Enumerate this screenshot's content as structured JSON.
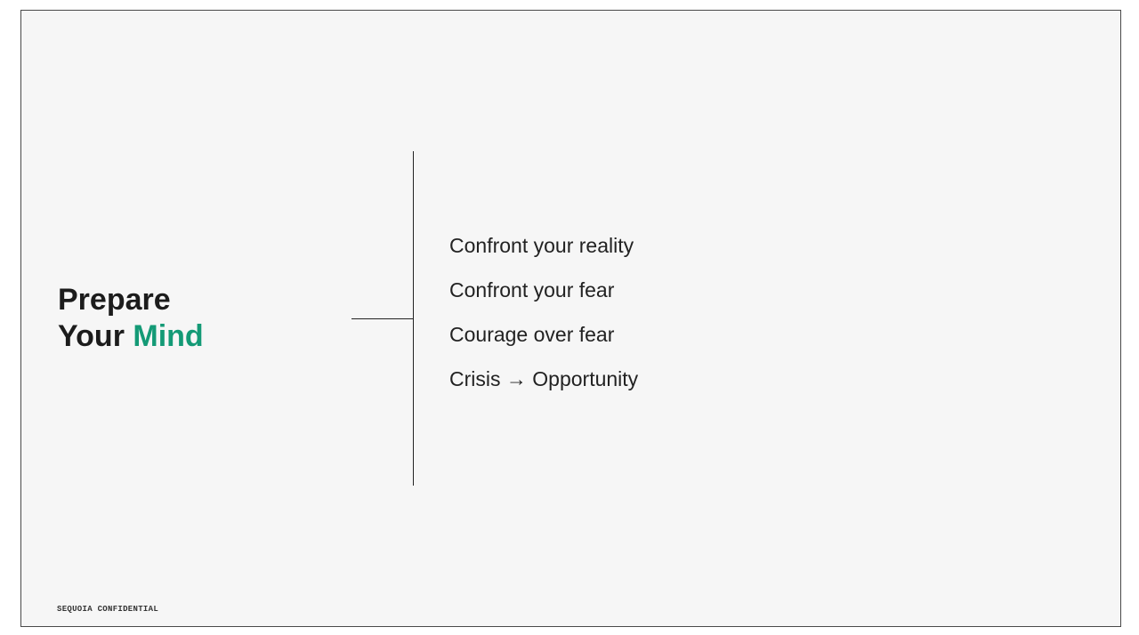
{
  "slide": {
    "title_line1": "Prepare",
    "title_line2_plain": "Your",
    "title_line2_accent": "Mind",
    "accent_color": "#149a76",
    "points": [
      "Confront your reality",
      "Confront your fear",
      "Courage over fear",
      "Crisis → Opportunity"
    ],
    "footer": "SEQUOIA CONFIDENTIAL"
  }
}
